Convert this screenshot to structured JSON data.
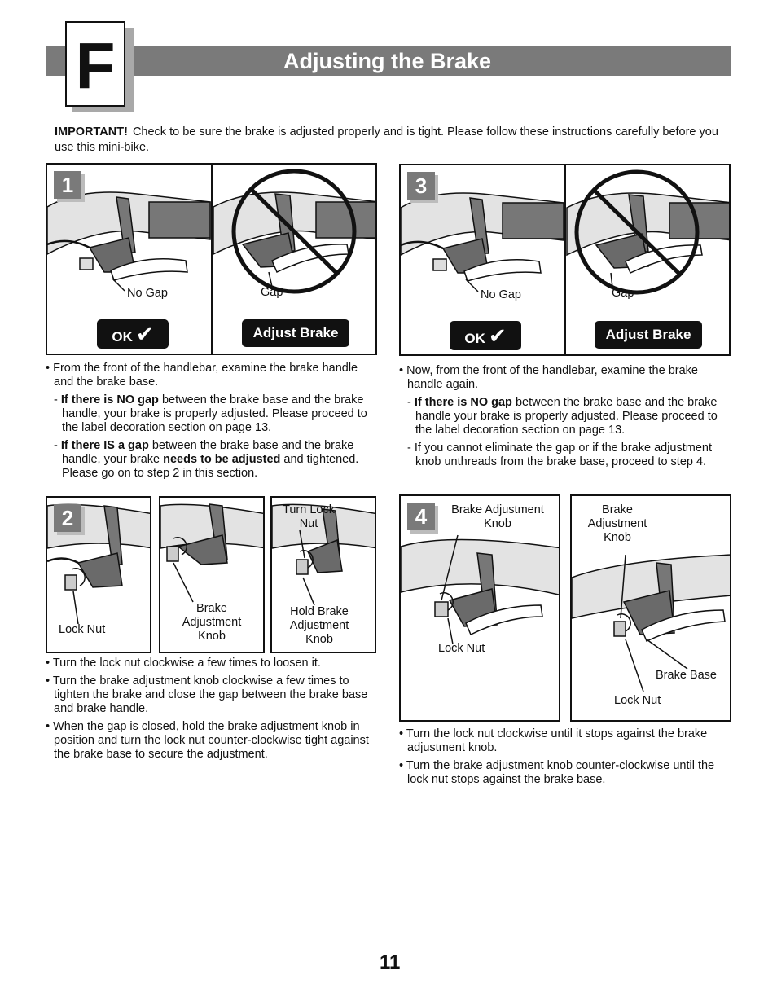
{
  "header": {
    "section_letter": "F",
    "title": "Adjusting the Brake"
  },
  "important": {
    "label": "IMPORTANT!",
    "text": "Check to be sure the brake is adjusted properly and is tight. Please follow these instructions carefully before you use this mini-bike."
  },
  "step1": {
    "number": "1",
    "no_gap_label": "No Gap",
    "gap_label": "Gap",
    "ok_badge": "OK",
    "ok_check": "✔",
    "adjust_badge": "Adjust Brake",
    "bullet": "From the front of the handlebar, examine the brake handle and the brake base.",
    "sub1_bold": "If there is NO gap",
    "sub1_text": " between the brake base and the brake handle, your brake is properly adjusted. Please proceed to the label decoration section on page 13.",
    "sub2_bold": "If there IS a gap",
    "sub2_text1": " between the brake base and the brake handle, your brake ",
    "sub2_bold2": "needs to be adjusted",
    "sub2_text2": " and tightened. Please go on to step 2 in this section."
  },
  "step2": {
    "number": "2",
    "lock_nut_label": "Lock Nut",
    "brake_knob_label": "Brake Adjustment Knob",
    "turn_lock_nut_label": "Turn Lock Nut",
    "hold_knob_label": "Hold Brake Adjustment Knob",
    "bullets": [
      "Turn the lock nut clockwise a few times to loosen it.",
      "Turn the brake adjustment knob clockwise a few times to tighten the brake and close the gap between the brake base and brake handle.",
      "When the gap is closed, hold the brake adjustment knob in position and turn the lock nut counter-clockwise tight against the brake base to secure the adjustment."
    ]
  },
  "step3": {
    "number": "3",
    "no_gap_label": "No Gap",
    "gap_label": "Gap",
    "ok_badge": "OK",
    "ok_check": "✔",
    "adjust_badge": "Adjust Brake",
    "bullet": "Now, from the front of the handlebar, examine the brake handle again.",
    "sub1_bold": "If there is NO gap",
    "sub1_text": " between the brake base and the brake handle your brake is properly adjusted. Please proceed to the label decoration section on page 13.",
    "sub2_text": "If you cannot eliminate the gap or if the brake adjustment knob unthreads from the brake base, proceed to step 4."
  },
  "step4": {
    "number": "4",
    "knob_label_left": "Brake Adjustment Knob",
    "lock_nut_left": "Lock Nut",
    "knob_label_right": "Brake Adjustment Knob",
    "brake_base_label": "Brake Base",
    "lock_nut_right": "Lock Nut",
    "bullets": [
      "Turn the lock nut clockwise until it stops against the brake adjustment knob.",
      "Turn the brake adjustment knob counter-clockwise until the lock nut stops against the brake base."
    ]
  },
  "page_number": "11",
  "colors": {
    "bar_gray": "#7a7a7a",
    "badge_black": "#111111"
  }
}
